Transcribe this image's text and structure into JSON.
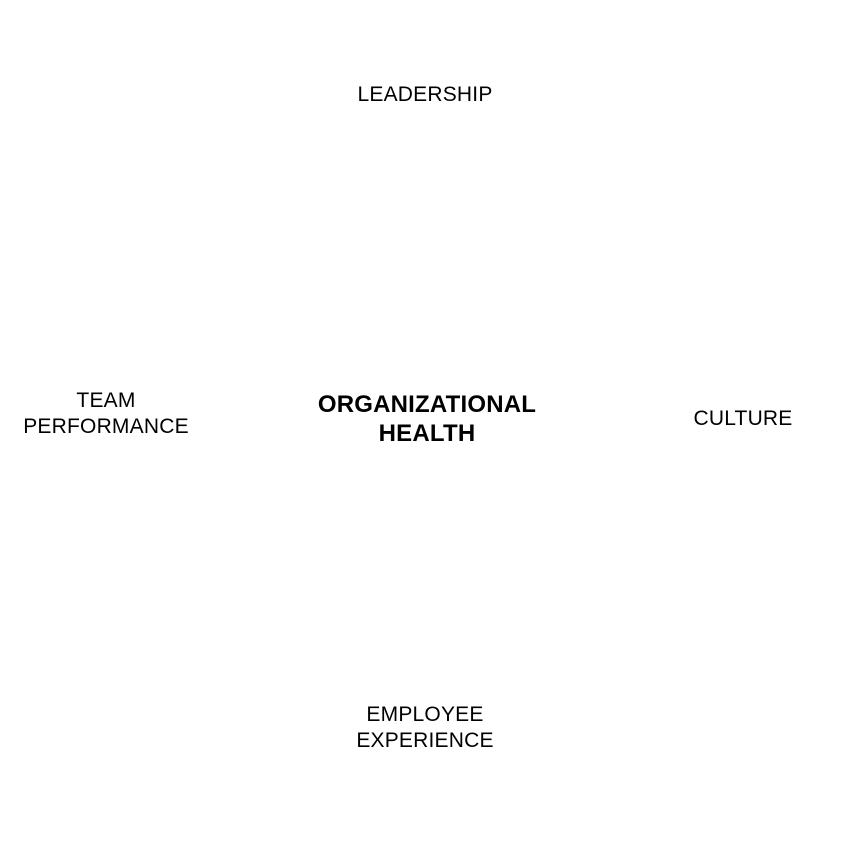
{
  "center": {
    "lines": [
      "ORGANIZATIONAL",
      "HEALTH"
    ]
  },
  "nodes": {
    "top": {
      "lines": [
        "LEADERSHIP"
      ]
    },
    "right": {
      "lines": [
        "CULTURE"
      ]
    },
    "bottom": {
      "lines": [
        "EMPLOYEE",
        "EXPERIENCE"
      ]
    },
    "left": {
      "lines": [
        "TEAM",
        "PERFORMANCE"
      ]
    }
  }
}
